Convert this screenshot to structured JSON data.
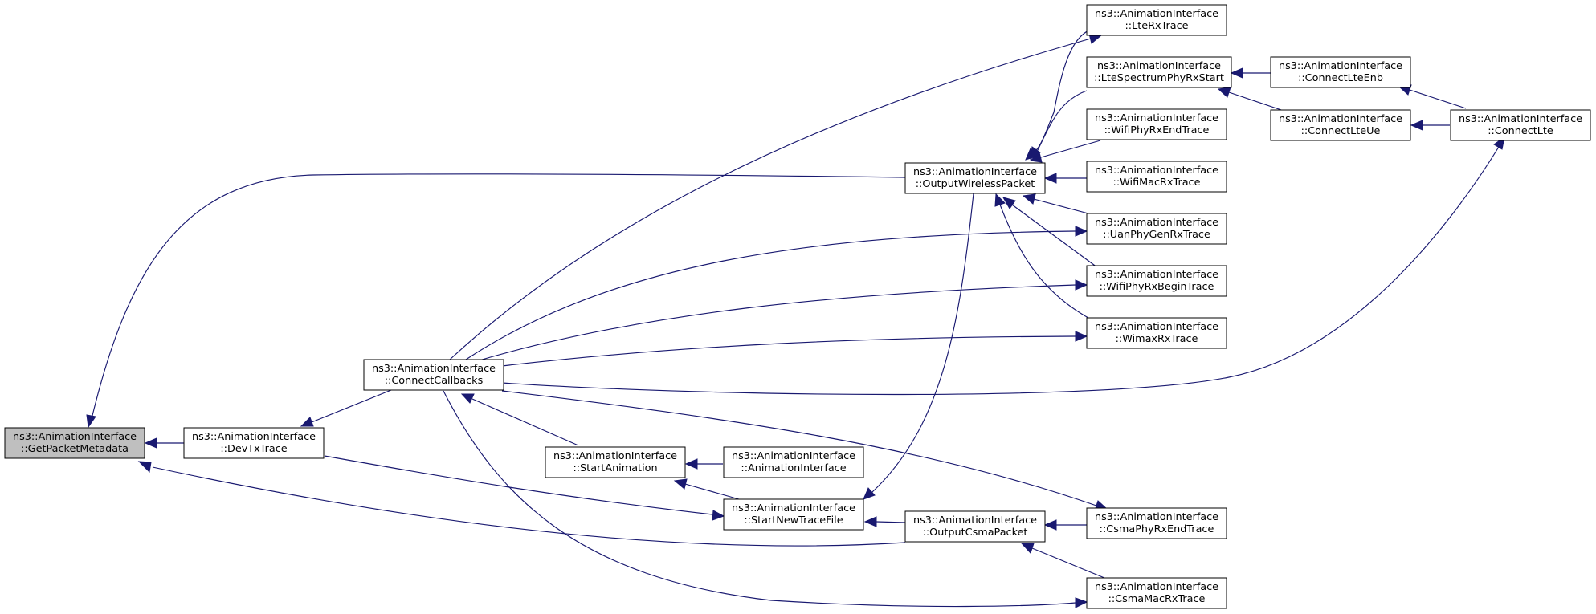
{
  "colors": {
    "edge": "#191970",
    "focus_fill": "#bfbfbf",
    "node_fill": "#ffffff",
    "node_border": "#000000"
  },
  "nodes": {
    "get_packet_metadata": {
      "line1": "ns3::AnimationInterface",
      "line2": "::GetPacketMetadata"
    },
    "dev_tx_trace": {
      "line1": "ns3::AnimationInterface",
      "line2": "::DevTxTrace"
    },
    "connect_callbacks": {
      "line1": "ns3::AnimationInterface",
      "line2": "::ConnectCallbacks"
    },
    "start_animation": {
      "line1": "ns3::AnimationInterface",
      "line2": "::StartAnimation"
    },
    "animation_interface": {
      "line1": "ns3::AnimationInterface",
      "line2": "::AnimationInterface"
    },
    "start_new_trace_file": {
      "line1": "ns3::AnimationInterface",
      "line2": "::StartNewTraceFile"
    },
    "output_wireless_packet": {
      "line1": "ns3::AnimationInterface",
      "line2": "::OutputWirelessPacket"
    },
    "output_csma_packet": {
      "line1": "ns3::AnimationInterface",
      "line2": "::OutputCsmaPacket"
    },
    "lte_rx_trace": {
      "line1": "ns3::AnimationInterface",
      "line2": "::LteRxTrace"
    },
    "lte_spectrum_phy_rx_start": {
      "line1": "ns3::AnimationInterface",
      "line2": "::LteSpectrumPhyRxStart"
    },
    "wifi_phy_rx_end_trace": {
      "line1": "ns3::AnimationInterface",
      "line2": "::WifiPhyRxEndTrace"
    },
    "wifi_mac_rx_trace": {
      "line1": "ns3::AnimationInterface",
      "line2": "::WifiMacRxTrace"
    },
    "uan_phy_gen_rx_trace": {
      "line1": "ns3::AnimationInterface",
      "line2": "::UanPhyGenRxTrace"
    },
    "wifi_phy_rx_begin_trace": {
      "line1": "ns3::AnimationInterface",
      "line2": "::WifiPhyRxBeginTrace"
    },
    "wimax_rx_trace": {
      "line1": "ns3::AnimationInterface",
      "line2": "::WimaxRxTrace"
    },
    "csma_phy_rx_end_trace": {
      "line1": "ns3::AnimationInterface",
      "line2": "::CsmaPhyRxEndTrace"
    },
    "csma_mac_rx_trace": {
      "line1": "ns3::AnimationInterface",
      "line2": "::CsmaMacRxTrace"
    },
    "connect_lte_enb": {
      "line1": "ns3::AnimationInterface",
      "line2": "::ConnectLteEnb"
    },
    "connect_lte_ue": {
      "line1": "ns3::AnimationInterface",
      "line2": "::ConnectLteUe"
    },
    "connect_lte": {
      "line1": "ns3::AnimationInterface",
      "line2": "::ConnectLte"
    }
  }
}
